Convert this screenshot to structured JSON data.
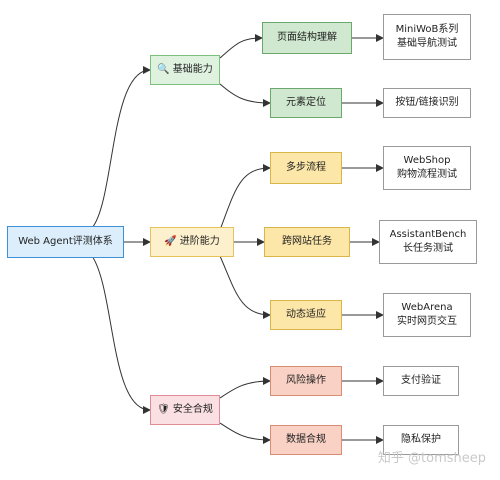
{
  "diagram": {
    "root": "Web Agent评测体系",
    "categories": [
      {
        "icon": "🔍",
        "label": "基础能力"
      },
      {
        "icon": "🚀",
        "label": "进阶能力"
      },
      {
        "icon": "🛡",
        "label": "安全合规"
      }
    ],
    "subcategories": [
      "页面结构理解",
      "元素定位",
      "多步流程",
      "跨网站任务",
      "动态适应",
      "风险操作",
      "数据合规"
    ],
    "leaves": [
      {
        "line1": "MiniWoB系列",
        "line2": "基础导航测试"
      },
      {
        "line1": "按钮/链接识别",
        "line2": ""
      },
      {
        "line1": "WebShop",
        "line2": "购物流程测试"
      },
      {
        "line1": "AssistantBench",
        "line2": "长任务测试"
      },
      {
        "line1": "WebArena",
        "line2": "实时网页交互"
      },
      {
        "line1": "支付验证",
        "line2": ""
      },
      {
        "line1": "隐私保护",
        "line2": ""
      }
    ],
    "colors": {
      "line": "#333333",
      "root": "#3d8fd6",
      "basic": "#7cc07e",
      "advanced": "#e6c25a",
      "safety": "#e08c95"
    }
  },
  "watermark": "知乎 @tomsheep"
}
